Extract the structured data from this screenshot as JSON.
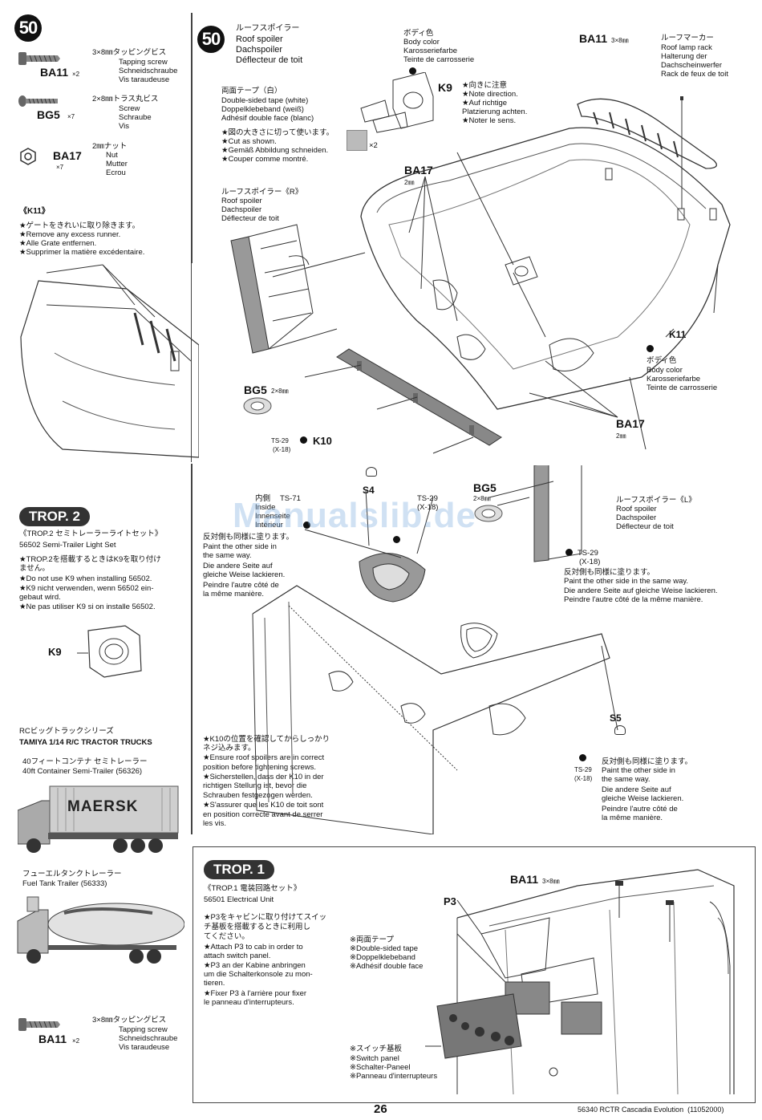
{
  "step50_badge": "50",
  "left_parts": [
    {
      "code": "BA11",
      "qty": "×2",
      "size": "3×8㎜タッピングビス",
      "en": "Tapping screw",
      "de": "Schneidschraube",
      "fr": "Vis taraudeuse"
    },
    {
      "code": "BG5",
      "qty": "×7",
      "size": "2×8㎜トラス丸ビス",
      "en": "Screw",
      "de": "Schraube",
      "fr": "Vis"
    },
    {
      "code": "BA17",
      "qty": "×7",
      "size": "2㎜ナット",
      "en": "Nut",
      "de": "Mutter",
      "fr": "Ecrou"
    }
  ],
  "k11_note": {
    "title": "《K11》",
    "lines": [
      "★ゲートをきれいに取り除きます。",
      "★Remove any excess runner.",
      "★Alle Grate entfernen.",
      "★Supprimer la matière excédentaire."
    ]
  },
  "main_step": {
    "badge": "50",
    "title_jp": "ルーフスポイラー",
    "title_en": "Roof spoiler",
    "title_de": "Dachspoiler",
    "title_fr": "Déflecteur de toit",
    "body_color": {
      "jp": "ボディ色",
      "en": "Body color",
      "de": "Karosseriefarbe",
      "fr": "Teinte de carrosserie"
    },
    "k9": {
      "code": "K9",
      "lines": [
        "★向きに注意",
        "★Note direction.",
        "★Auf richtige",
        "Platzierung achten.",
        "★Noter le sens."
      ]
    },
    "ba11_rack": {
      "code": "BA11",
      "size": "3×8㎜",
      "jp": "ルーフマーカー",
      "en": "Roof lamp rack",
      "de": "Halterung der",
      "de2": "Dachscheinwerfer",
      "fr": "Rack de feux de toit"
    },
    "tape": {
      "jp": "両面テープ（白）",
      "en": "Double-sided tape (white)",
      "de": "Doppelklebeband (weiß)",
      "fr": "Adhésif double face (blanc)",
      "lines": [
        "★図の大きさに切って使います。",
        "★Cut as shown.",
        "★Gemäß Abbildung schneiden.",
        "★Couper comme montré."
      ],
      "qty": "×2"
    },
    "ba17_top": {
      "code": "BA17",
      "size": "2㎜"
    },
    "spoiler_r": {
      "jp": "ルーフスポイラー《R》",
      "en": "Roof spoiler",
      "de": "Dachspoiler",
      "fr": "Déflecteur de toit"
    },
    "k11": {
      "code": "K11",
      "jp": "ボディ色",
      "en": "Body color",
      "de": "Karosseriefarbe",
      "fr": "Teinte de carrosserie"
    },
    "bg5": {
      "code": "BG5",
      "size": "2×8㎜"
    },
    "k10": {
      "code": "K10",
      "paint": "TS-29",
      "paint2": "(X-18)"
    },
    "ba17_bottom": {
      "code": "BA17",
      "size": "2㎜"
    }
  },
  "lower_step": {
    "s4": "S4",
    "s5": "S5",
    "inner": {
      "label": "内側",
      "paint": "TS-71",
      "en": "Inside",
      "de": "Innenseite",
      "fr": "Intérieur",
      "paint2": "TS-29",
      "paint3": "(X-18)"
    },
    "bg5": {
      "code": "BG5",
      "size": "2×8㎜"
    },
    "spoiler_l": {
      "jp": "ルーフスポイラー《L》",
      "en": "Roof spoiler",
      "de": "Dachspoiler",
      "fr": "Déflecteur de toit"
    },
    "paint_left": {
      "lines": [
        "反対側も同様に塗ります。",
        "Paint the other side in",
        "the same way.",
        "Die andere Seite auf",
        "gleiche Weise lackieren.",
        "Peindre l'autre côté de",
        "la même manière."
      ]
    },
    "paint_right": {
      "paint": "TS-29",
      "paint2": "(X-18)",
      "lines": [
        "反対側も同様に塗ります。",
        "Paint the other side in the same way.",
        "Die andere Seite auf gleiche Weise lackieren.",
        "Peindre l'autre côté de la même manière."
      ]
    },
    "paint_right2": {
      "paint": "TS-29",
      "paint2": "(X-18)",
      "lines": [
        "反対側も同様に塗ります。",
        "Paint the other side in",
        "the same way.",
        "Die andere Seite auf",
        "gleiche Weise lackieren.",
        "Peindre l'autre côté de",
        "la même manière."
      ]
    },
    "k10_note": [
      "★K10の位置を確認してからしっかり",
      "ネジ込みます。",
      "★Ensure roof spoilers are in correct",
      "position before tightening screws.",
      "★Sicherstellen, dass der K10 in der",
      "richtigen Stellung ist, bevor die",
      "Schrauben festgezogen werden.",
      "★S'assurer que les K10 de toit sont",
      "en position correcte avant de serrer",
      "les vis."
    ]
  },
  "trop2": {
    "badge": "TROP. 2",
    "title": "《TROP.2 セミトレーラーライトセット》",
    "subtitle": "56502 Semi-Trailer Light Set",
    "lines": [
      "★TROP.2を搭載するときはK9を取り付け",
      "ません。",
      "★Do not use K9 when installing 56502.",
      "★K9 nicht verwenden, wenn 56502 ein-",
      "gebaut wird.",
      "★Ne pas utiliser K9 si on installe 56502."
    ],
    "k9": "K9"
  },
  "trucks": {
    "series_jp": "RCビッグトラックシリーズ",
    "series_en": "TAMIYA 1/14 R/C TRACTOR TRUCKS",
    "t1_jp": "40フィートコンテナ セミトレーラー",
    "t1_en": "40ft Container Semi-Trailer (56326)",
    "maersk": "MAERSK",
    "t2_jp": "フューエルタンクトレーラー",
    "t2_en": "Fuel Tank Trailer (56333)"
  },
  "bottom_left_part": {
    "code": "BA11",
    "qty": "×2",
    "size": "3×8㎜タッピングビス",
    "en": "Tapping screw",
    "de": "Schneidschraube",
    "fr": "Vis taraudeuse"
  },
  "trop1": {
    "badge": "TROP. 1",
    "title": "《TROP.1 電装回路セット》",
    "subtitle": "56501 Electrical Unit",
    "lines": [
      "★P3をキャビンに取り付けてスイッ",
      "チ基板を搭載するときに利用し",
      "てください。",
      "★Attach P3 to cab in order to",
      "attach switch panel.",
      "★P3 an der Kabine anbringen",
      "um die Schalterkonsole zu mon-",
      "tieren.",
      "★Fixer P3 à l'arrière pour fixer",
      "le panneau d'interrupteurs."
    ],
    "ba11": {
      "code": "BA11",
      "size": "3×8㎜"
    },
    "p3": "P3",
    "tape": [
      "※両面テープ",
      "※Double-sided tape",
      "※Doppelklebeband",
      "※Adhésif double face"
    ],
    "switch": [
      "※スイッチ基板",
      "※Switch panel",
      "※Schalter-Paneel",
      "※Panneau d'interrupteurs"
    ]
  },
  "watermark": "Manualslib.de",
  "page_number": "26",
  "footer": "56340 RCTR Cascadia Evolution  (11052000)"
}
